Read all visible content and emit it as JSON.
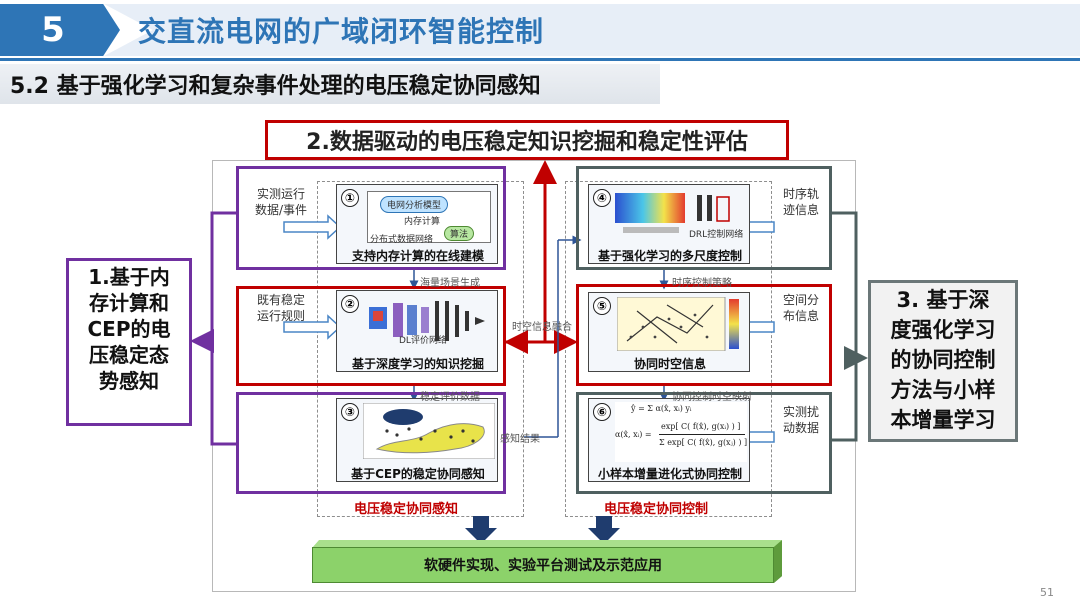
{
  "header": {
    "section_number": "5",
    "title": "交直流电网的广域闭环智能控制",
    "subtitle": "5.2 基于强化学习和复杂事件处理的电压稳定协同感知"
  },
  "diagram": {
    "top_box": "2.数据驱动的电压稳定知识挖掘和稳定性评估",
    "left_box": [
      "1.基于内",
      "存计算和",
      "CEP的电",
      "压稳定态",
      "势感知"
    ],
    "right_box": [
      "3. 基于深",
      "度强化学习",
      "的协同控制",
      "方法与小样",
      "本增量学习"
    ],
    "left_inputs": [
      [
        "实测运行",
        "数据/事件"
      ],
      [
        "既有稳定",
        "运行规则"
      ]
    ],
    "right_inputs": [
      [
        "时序轨",
        "迹信息"
      ],
      [
        "空间分",
        "布信息"
      ],
      [
        "实测扰",
        "动数据"
      ]
    ],
    "cards": [
      {
        "num": "①",
        "title": "支持内存计算的在线建模",
        "inner": [
          "电网分析模型",
          "内存计算",
          "算法",
          "分布式数据网络"
        ]
      },
      {
        "num": "②",
        "title": "基于深度学习的知识挖掘",
        "inner": [
          "DL评价网络"
        ]
      },
      {
        "num": "③",
        "title": "基于CEP的稳定协同感知",
        "inner": []
      },
      {
        "num": "④",
        "title": "基于强化学习的多尺度控制",
        "inner": [
          "DRL控制网络"
        ]
      },
      {
        "num": "⑤",
        "title": "协同时空信息",
        "inner": []
      },
      {
        "num": "⑥",
        "title": "小样本增量进化式协同控制",
        "inner": []
      }
    ],
    "flow_labels": {
      "left_1_2": "海量场景生成",
      "left_2_3": "稳定评价数据",
      "middle": "时空信息融合",
      "right_4_5": "时序控制策略",
      "right_5_6": "协同控制时空映射",
      "left_3_out": "感知结果"
    },
    "formula": {
      "line1": "ŷ = Σ α(x̂, xᵢ) yᵢ",
      "lhs": "α(x̂, xᵢ) =",
      "num": "exp[ C( f(x̂), g(xᵢ) ) ]",
      "den": "Σ exp[ C( f(x̂), g(xⱼ) ) ]"
    },
    "bottom_labels": {
      "left": "电压稳定协同感知",
      "right": "电压稳定协同控制"
    },
    "green_bar": "软硬件实现、实验平台测试及示范应用"
  },
  "page_number": "51",
  "colors": {
    "accent_blue": "#2e75b6",
    "red": "#c00000",
    "purple": "#7030a0",
    "gray": "#4f6060",
    "green": "#8cd26a",
    "dark_blue_arrow": "#1f3c6e"
  }
}
